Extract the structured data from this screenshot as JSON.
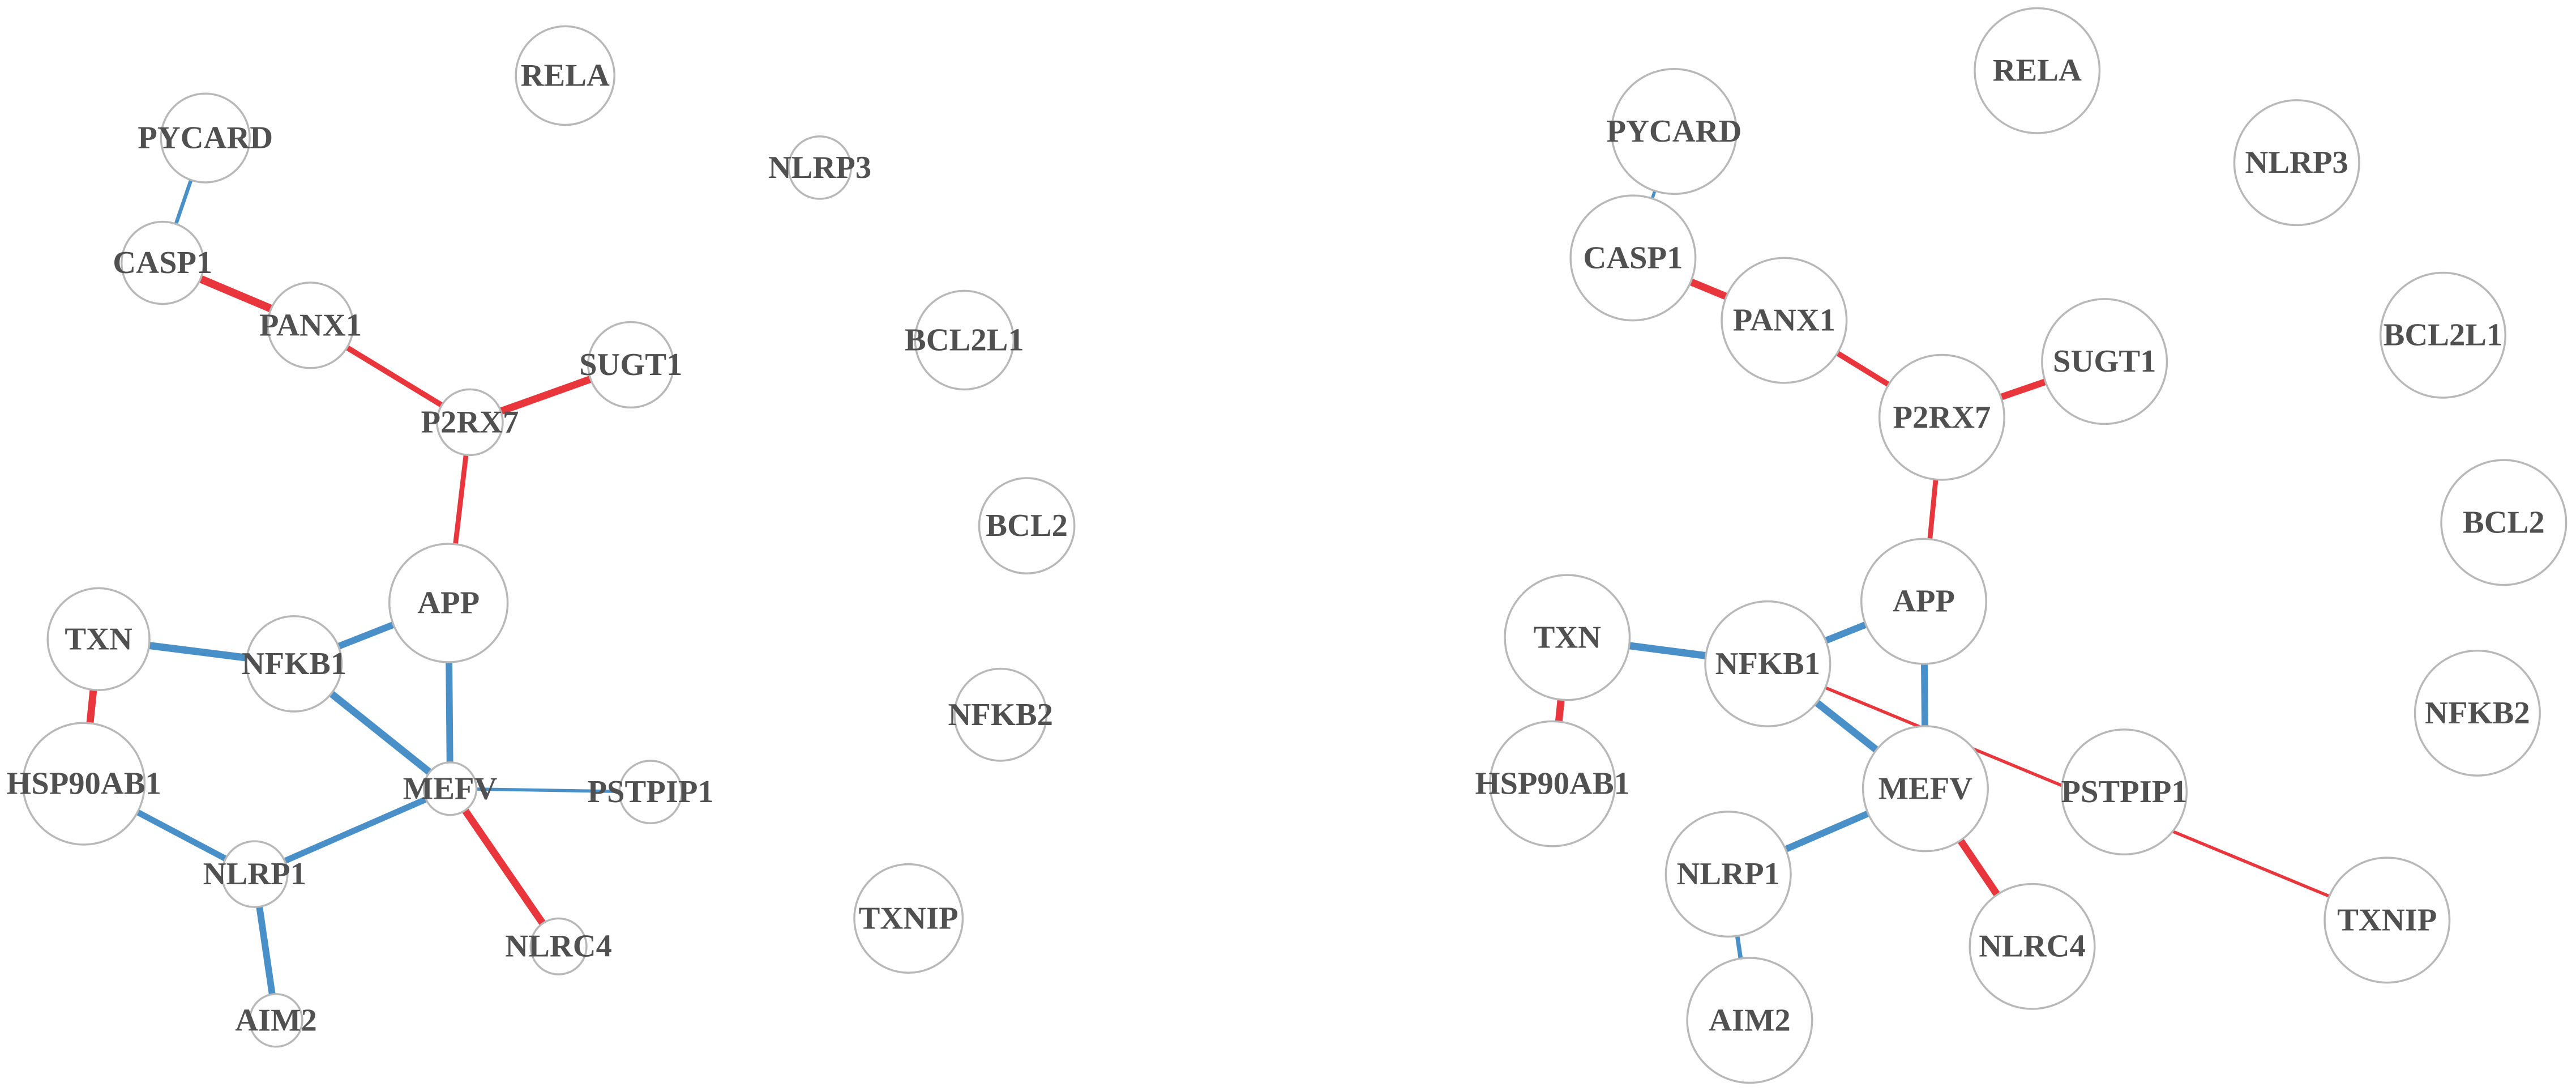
{
  "colors": {
    "positive": "#e8363c",
    "negative": "#4a90c8",
    "node_stroke": "#b8b8b8",
    "label": "#505050"
  },
  "networks": [
    {
      "id": "left",
      "nodes": [
        {
          "id": "RELA",
          "label": "RELA"
        },
        {
          "id": "PYCARD",
          "label": "PYCARD"
        },
        {
          "id": "NLRP3",
          "label": "NLRP3"
        },
        {
          "id": "CASP1",
          "label": "CASP1"
        },
        {
          "id": "PANX1",
          "label": "PANX1"
        },
        {
          "id": "BCL2L1",
          "label": "BCL2L1"
        },
        {
          "id": "SUGT1",
          "label": "SUGT1"
        },
        {
          "id": "P2RX7",
          "label": "P2RX7"
        },
        {
          "id": "BCL2",
          "label": "BCL2"
        },
        {
          "id": "APP",
          "label": "APP"
        },
        {
          "id": "TXN",
          "label": "TXN"
        },
        {
          "id": "NFKB1",
          "label": "NFKB1"
        },
        {
          "id": "NFKB2",
          "label": "NFKB2"
        },
        {
          "id": "HSP90AB1",
          "label": "HSP90AB1"
        },
        {
          "id": "MEFV",
          "label": "MEFV"
        },
        {
          "id": "PSTPIP1",
          "label": "PSTPIP1"
        },
        {
          "id": "NLRP1",
          "label": "NLRP1"
        },
        {
          "id": "TXNIP",
          "label": "TXNIP"
        },
        {
          "id": "NLRC4",
          "label": "NLRC4"
        },
        {
          "id": "AIM2",
          "label": "AIM2"
        }
      ],
      "edges": [
        {
          "source": "PYCARD",
          "target": "CASP1",
          "sign": "negative",
          "weight": 0.3
        },
        {
          "source": "CASP1",
          "target": "PANX1",
          "sign": "positive",
          "weight": 1.0
        },
        {
          "source": "PANX1",
          "target": "P2RX7",
          "sign": "positive",
          "weight": 0.6
        },
        {
          "source": "SUGT1",
          "target": "P2RX7",
          "sign": "positive",
          "weight": 0.9
        },
        {
          "source": "P2RX7",
          "target": "APP",
          "sign": "positive",
          "weight": 0.5
        },
        {
          "source": "APP",
          "target": "NFKB1",
          "sign": "negative",
          "weight": 0.8
        },
        {
          "source": "APP",
          "target": "MEFV",
          "sign": "negative",
          "weight": 0.8
        },
        {
          "source": "TXN",
          "target": "NFKB1",
          "sign": "negative",
          "weight": 0.9
        },
        {
          "source": "TXN",
          "target": "HSP90AB1",
          "sign": "positive",
          "weight": 0.9
        },
        {
          "source": "NFKB1",
          "target": "MEFV",
          "sign": "negative",
          "weight": 0.9
        },
        {
          "source": "HSP90AB1",
          "target": "NLRP1",
          "sign": "negative",
          "weight": 0.7
        },
        {
          "source": "MEFV",
          "target": "PSTPIP1",
          "sign": "negative",
          "weight": 0.2
        },
        {
          "source": "MEFV",
          "target": "NLRP1",
          "sign": "negative",
          "weight": 0.7
        },
        {
          "source": "MEFV",
          "target": "NLRC4",
          "sign": "positive",
          "weight": 0.9
        },
        {
          "source": "NLRP1",
          "target": "AIM2",
          "sign": "negative",
          "weight": 0.8
        }
      ]
    },
    {
      "id": "right",
      "nodes": [
        {
          "id": "RELA",
          "label": "RELA"
        },
        {
          "id": "PYCARD",
          "label": "PYCARD"
        },
        {
          "id": "NLRP3",
          "label": "NLRP3"
        },
        {
          "id": "CASP1",
          "label": "CASP1"
        },
        {
          "id": "PANX1",
          "label": "PANX1"
        },
        {
          "id": "BCL2L1",
          "label": "BCL2L1"
        },
        {
          "id": "SUGT1",
          "label": "SUGT1"
        },
        {
          "id": "P2RX7",
          "label": "P2RX7"
        },
        {
          "id": "BCL2",
          "label": "BCL2"
        },
        {
          "id": "APP",
          "label": "APP"
        },
        {
          "id": "TXN",
          "label": "TXN"
        },
        {
          "id": "NFKB1",
          "label": "NFKB1"
        },
        {
          "id": "NFKB2",
          "label": "NFKB2"
        },
        {
          "id": "HSP90AB1",
          "label": "HSP90AB1"
        },
        {
          "id": "MEFV",
          "label": "MEFV"
        },
        {
          "id": "PSTPIP1",
          "label": "PSTPIP1"
        },
        {
          "id": "NLRP1",
          "label": "NLRP1"
        },
        {
          "id": "TXNIP",
          "label": "TXNIP"
        },
        {
          "id": "NLRC4",
          "label": "NLRC4"
        },
        {
          "id": "AIM2",
          "label": "AIM2"
        }
      ],
      "edges": [
        {
          "source": "PYCARD",
          "target": "CASP1",
          "sign": "negative",
          "weight": 0.2
        },
        {
          "source": "CASP1",
          "target": "PANX1",
          "sign": "positive",
          "weight": 0.9
        },
        {
          "source": "PANX1",
          "target": "P2RX7",
          "sign": "positive",
          "weight": 0.6
        },
        {
          "source": "SUGT1",
          "target": "P2RX7",
          "sign": "positive",
          "weight": 0.8
        },
        {
          "source": "P2RX7",
          "target": "APP",
          "sign": "positive",
          "weight": 0.5
        },
        {
          "source": "APP",
          "target": "NFKB1",
          "sign": "negative",
          "weight": 0.8
        },
        {
          "source": "APP",
          "target": "MEFV",
          "sign": "negative",
          "weight": 0.8
        },
        {
          "source": "TXN",
          "target": "NFKB1",
          "sign": "negative",
          "weight": 0.9
        },
        {
          "source": "TXN",
          "target": "HSP90AB1",
          "sign": "positive",
          "weight": 0.9
        },
        {
          "source": "NFKB1",
          "target": "MEFV",
          "sign": "negative",
          "weight": 0.9
        },
        {
          "source": "NFKB1",
          "target": "TXNIP",
          "sign": "positive",
          "weight": 0.2
        },
        {
          "source": "MEFV",
          "target": "NLRP1",
          "sign": "negative",
          "weight": 0.8
        },
        {
          "source": "MEFV",
          "target": "NLRC4",
          "sign": "positive",
          "weight": 0.9
        },
        {
          "source": "NLRP1",
          "target": "AIM2",
          "sign": "negative",
          "weight": 0.4
        }
      ]
    }
  ]
}
